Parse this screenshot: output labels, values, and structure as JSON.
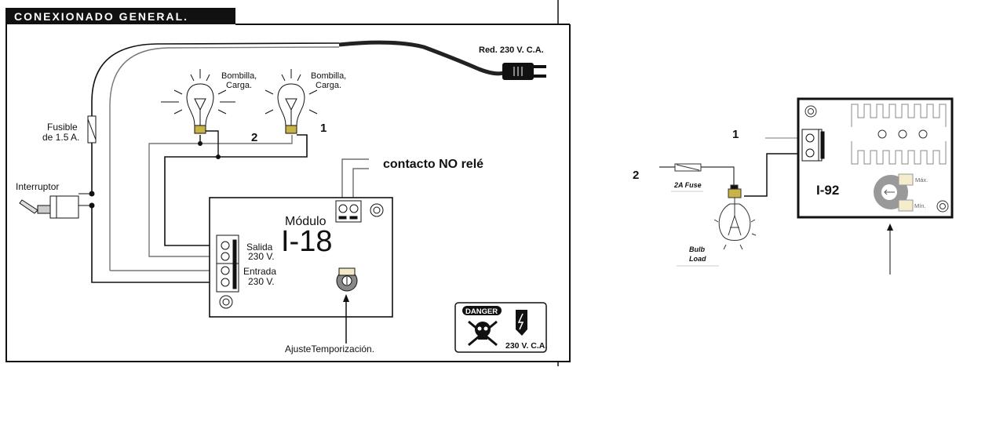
{
  "left": {
    "title": "CONEXIONADO GENERAL.",
    "mains_label": "Red. 230 V. C.A.",
    "bulb1_label": [
      "Bombilla,",
      "Carga."
    ],
    "bulb2_label": [
      "Bombilla,",
      "Carga."
    ],
    "fuse_label": [
      "Fusible",
      "de 1.5 A."
    ],
    "switch_label": "Interruptor",
    "wire_2": "2",
    "wire_1": "1",
    "relay_label": "contacto  NO relé",
    "module_word": "Módulo",
    "module_name": "I-18",
    "output_label": [
      "Salida",
      "230 V."
    ],
    "input_label": [
      "Entrada",
      "230 V."
    ],
    "adjust_label": "AjusteTemporización.",
    "danger_badge": "DANGER",
    "danger_voltage": "230 V. C.A."
  },
  "right": {
    "wire_1": "1",
    "wire_2": "2",
    "fuse_label": "2A Fuse",
    "bulb_label": [
      "Bulb",
      "Load"
    ],
    "module_name": "I-92",
    "max_label": "Máx.",
    "min_label": "Mín."
  }
}
